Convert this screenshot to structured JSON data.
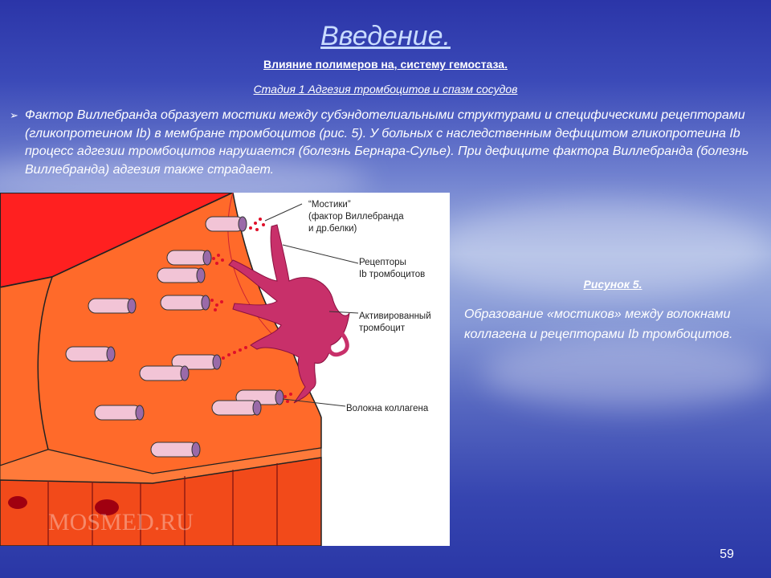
{
  "slide": {
    "title": "Введение.",
    "subtitle1": "Влияние полимеров на, систему гемостаза.",
    "subtitle2": "Стадия 1 Адгезия тромбоцитов и спазм сосудов",
    "bullet_symbol": "➢",
    "body_text": "Фактор Виллебранда образует мостики между субэндотелиальными структурами и специфическими рецепторами (гликопротеином Ib) в мембране тромбоцитов (рис. 5). У больных с наследственным дефицитом гликопротеина Ib процесс адгезии тромбоцитов нарушается (болезнь Бернара-Сулье). При дефиците фактора Виллебранда (болезнь Виллебранда) адгезия также страдает.",
    "page_number": "59"
  },
  "figure": {
    "caption_title": "Рисунок 5.",
    "caption_text": "Образование «мостиков» между волокнами коллагена и рецепторами Ib тромбоцитов.",
    "labels": {
      "bridges_1": "“Мостики”",
      "bridges_2": "(фактор Виллебранда",
      "bridges_3": "и др.белки)",
      "receptors_1": "Рецепторы",
      "receptors_2": "Ib тромбоцитов",
      "platelet_1": "Активированный",
      "platelet_2": "тромбоцит",
      "collagen": "Волокна коллагена"
    },
    "watermark": "MOSMED.RU",
    "colors": {
      "vessel_red": "#ff2020",
      "tissue_orange": "#ff6a2a",
      "tissue_dark": "#f24a1a",
      "platelet": "#c8306a",
      "fiber": "#f2c4d6"
    }
  }
}
